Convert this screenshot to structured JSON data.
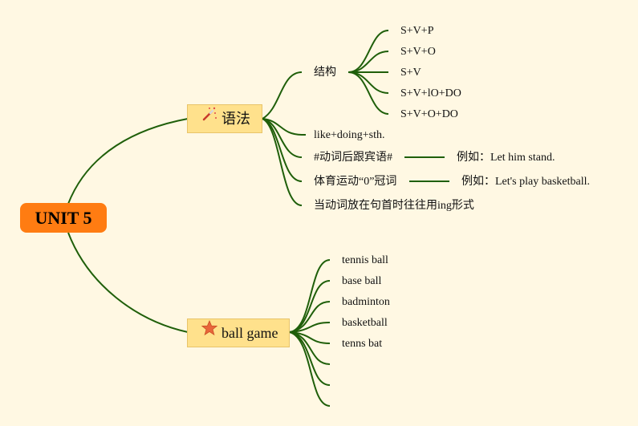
{
  "root": {
    "label": "UNIT 5"
  },
  "grammar": {
    "label": "语法",
    "icon": "magic-wand-icon",
    "structure": {
      "label": "结构",
      "items": [
        "S+V+P",
        "S+V+O",
        "S+V",
        "S+V+lO+DO",
        "S+V+O+DO"
      ]
    },
    "rule_like": "like+doing+sth.",
    "rule_object": {
      "label": "#动词后跟宾语#",
      "example": "例如：Let him stand."
    },
    "rule_sport": {
      "label": "体育运动“0”冠词",
      "example": "例如：Let's play basketball."
    },
    "rule_subject": "当动词放在句首时往往用ing形式"
  },
  "ballgame": {
    "label": "ball game",
    "icon": "star-icon",
    "items": [
      "tennis ball",
      "base ball",
      "badminton",
      "basketball",
      "tenns bat"
    ]
  },
  "colors": {
    "root": "#ff7c12",
    "branch": "#ffe18c",
    "line": "#1f5f0a",
    "background": "#fff8e3"
  }
}
